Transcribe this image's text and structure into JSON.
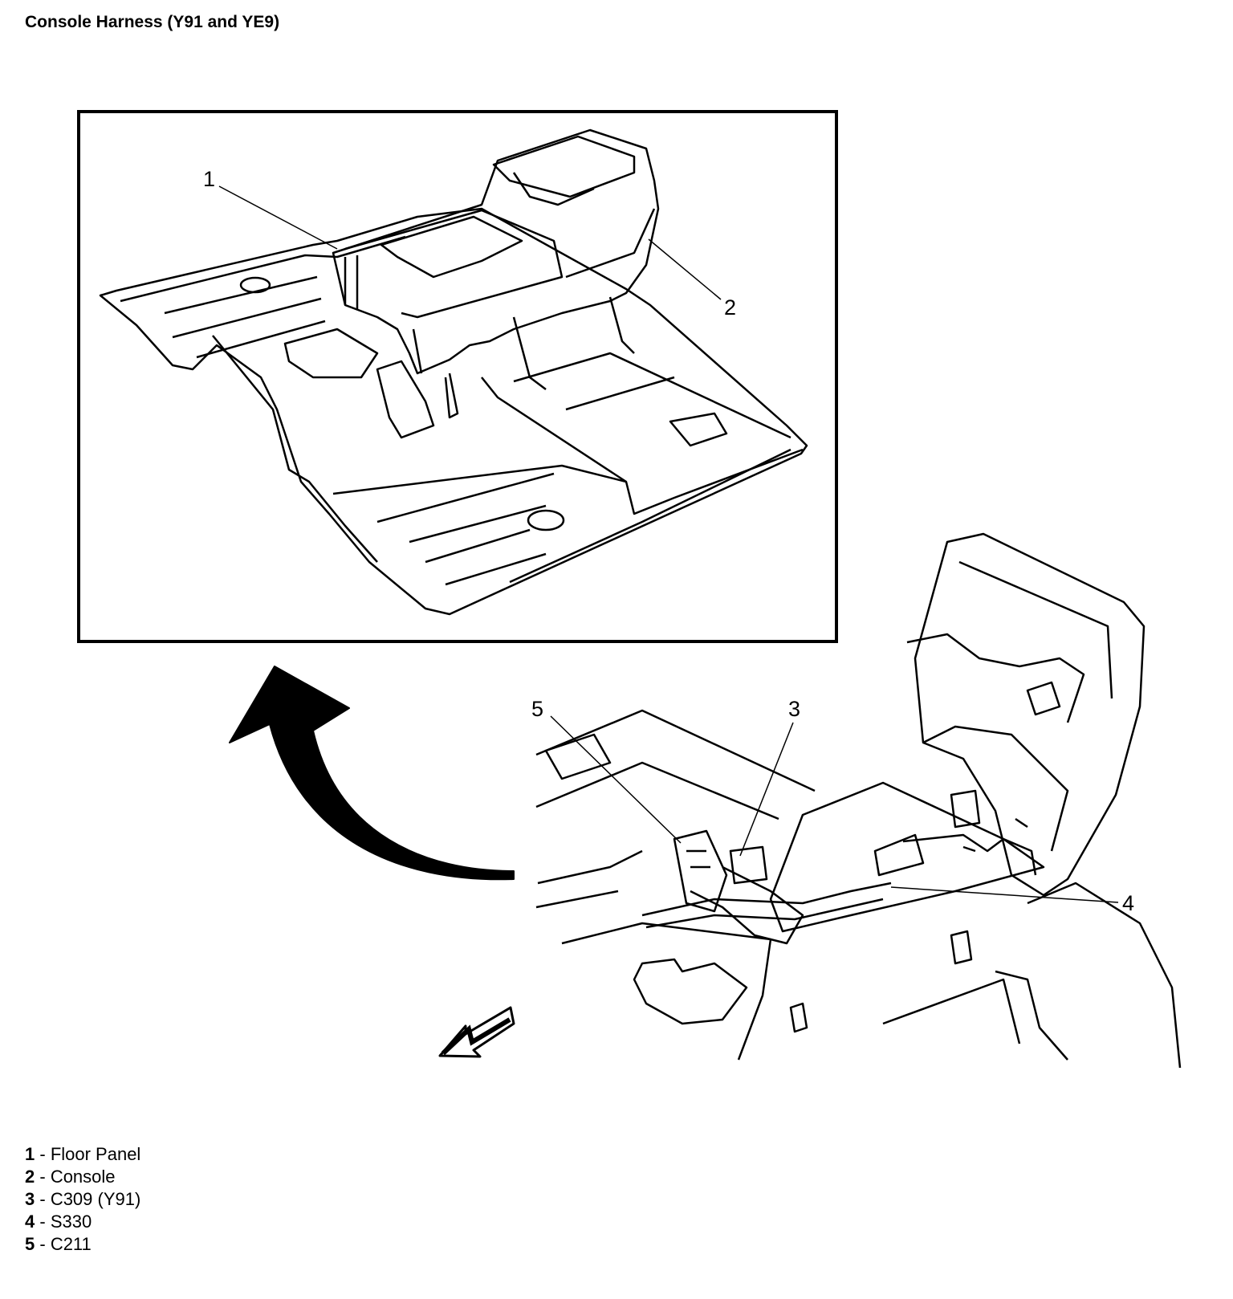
{
  "title": "Console Harness (Y91 and YE9)",
  "callouts": [
    "1",
    "2",
    "3",
    "4",
    "5"
  ],
  "legend": [
    {
      "num": "1",
      "sep": " - ",
      "label": "Floor Panel"
    },
    {
      "num": "2",
      "sep": " - ",
      "label": "Console"
    },
    {
      "num": "3",
      "sep": " - ",
      "label": "C309 (Y91)"
    },
    {
      "num": "4",
      "sep": " - ",
      "label": "S330"
    },
    {
      "num": "5",
      "sep": " - ",
      "label": "C211"
    }
  ],
  "icons": {
    "curved_arrow": "curved-arrow-icon",
    "front_arrow": "front-direction-arrow-icon"
  }
}
